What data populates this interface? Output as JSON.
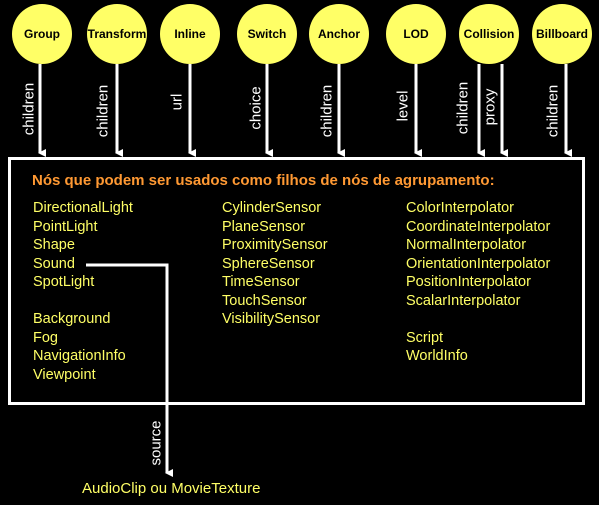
{
  "nodes": [
    {
      "label": "Group",
      "field": "children"
    },
    {
      "label": "Transform",
      "field": "children"
    },
    {
      "label": "Inline",
      "field": "url"
    },
    {
      "label": "Switch",
      "field": "choice"
    },
    {
      "label": "Anchor",
      "field": "children"
    },
    {
      "label": "LOD",
      "field": "level"
    },
    {
      "label": "Collision",
      "field": "children",
      "field2": "proxy"
    },
    {
      "label": "Billboard",
      "field": "children"
    }
  ],
  "panel": {
    "title": "Nós que podem ser usados como filhos de nós de agrupamento:",
    "col1": [
      "DirectionalLight",
      "PointLight",
      "Shape",
      "Sound",
      "SpotLight"
    ],
    "col1b": [
      "Background",
      "Fog",
      "NavigationInfo",
      "Viewpoint"
    ],
    "col2": [
      "CylinderSensor",
      "PlaneSensor",
      "ProximitySensor",
      "SphereSensor",
      "TimeSensor",
      "TouchSensor",
      "VisibilitySensor"
    ],
    "col3": [
      "ColorInterpolator",
      "CoordinateInterpolator",
      "NormalInterpolator",
      "OrientationInterpolator",
      "PositionInterpolator",
      "ScalarInterpolator"
    ],
    "col3b": [
      "Script",
      "WorldInfo"
    ]
  },
  "sound_link": {
    "field": "source",
    "target": "AudioClip ou MovieTexture"
  },
  "colors": {
    "node_fill": "#ffff66",
    "title": "#ff9933",
    "items": "#ffff66",
    "lines": "#ffffff",
    "background": "#000000"
  }
}
